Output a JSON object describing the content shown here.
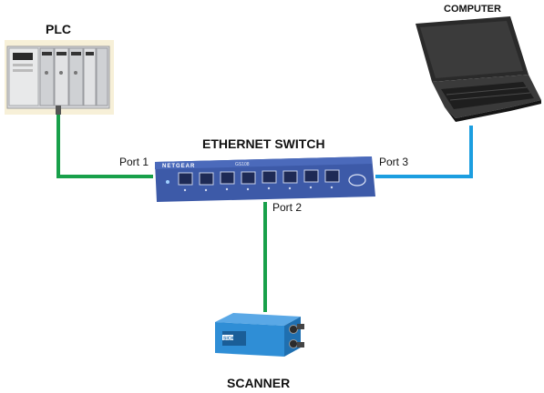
{
  "labels": {
    "plc": "PLC",
    "computer": "COMPUTER",
    "switch": "ETHERNET SWITCH",
    "scanner": "SCANNER",
    "port1": "Port 1",
    "port2": "Port 2",
    "port3": "Port 3"
  },
  "device_text": {
    "switch_brand": "NETGEAR",
    "switch_model": "GS108",
    "scanner_brand": "SICK"
  },
  "colors": {
    "link_green": "#18a04a",
    "link_blue": "#1c9ee0",
    "switch_body": "#3d5aa8",
    "scanner_body": "#2f8ed6"
  }
}
